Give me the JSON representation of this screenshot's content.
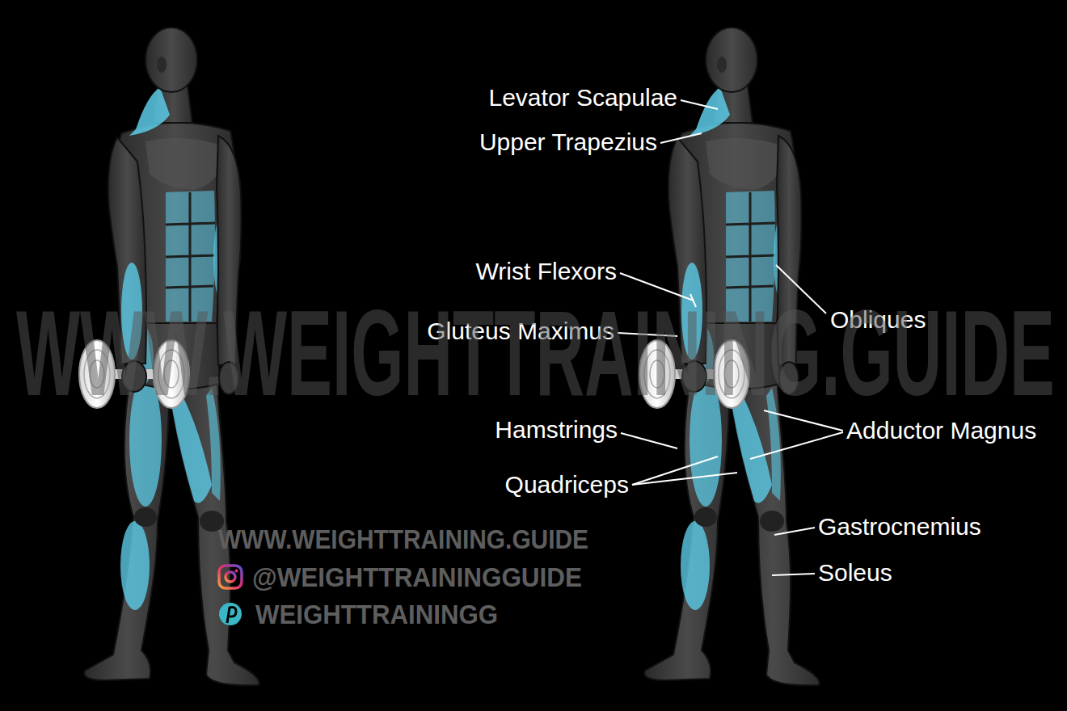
{
  "diagram": {
    "labels": [
      "Levator Scapulae",
      "Upper Trapezius",
      "Wrist Flexors",
      "Gluteus Maximus",
      "Hamstrings",
      "Quadriceps",
      "Obliques",
      "Adductor Magnus",
      "Gastrocnemius",
      "Soleus",
      "WWW.WEIGHTTRAINING.GUIDE",
      "WWW.WEIGHTTRAINING.GUIDE",
      "@WEIGHTTRAININGGUIDE",
      "WEIGHTTRAININGG"
    ]
  }
}
